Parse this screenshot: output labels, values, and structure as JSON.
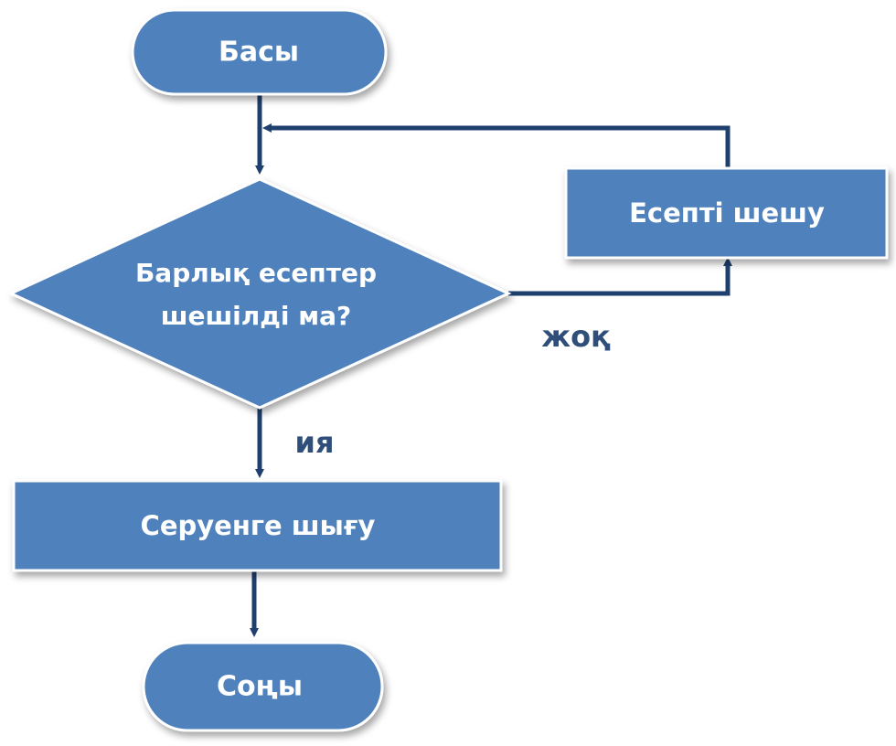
{
  "nodes": {
    "start": "Басы",
    "decision_line1": "Барлық есептер",
    "decision_line2": "шешілді ма?",
    "solve": "Есепті шешу",
    "walk": "Серуенге шығу",
    "end": "Соңы"
  },
  "labels": {
    "no": "жоқ",
    "yes": "ия"
  },
  "colors": {
    "fill": "#4f81bd",
    "stroke": "#ffffff",
    "arrow": "#1f3f6e",
    "label": "#2f4f7a"
  }
}
